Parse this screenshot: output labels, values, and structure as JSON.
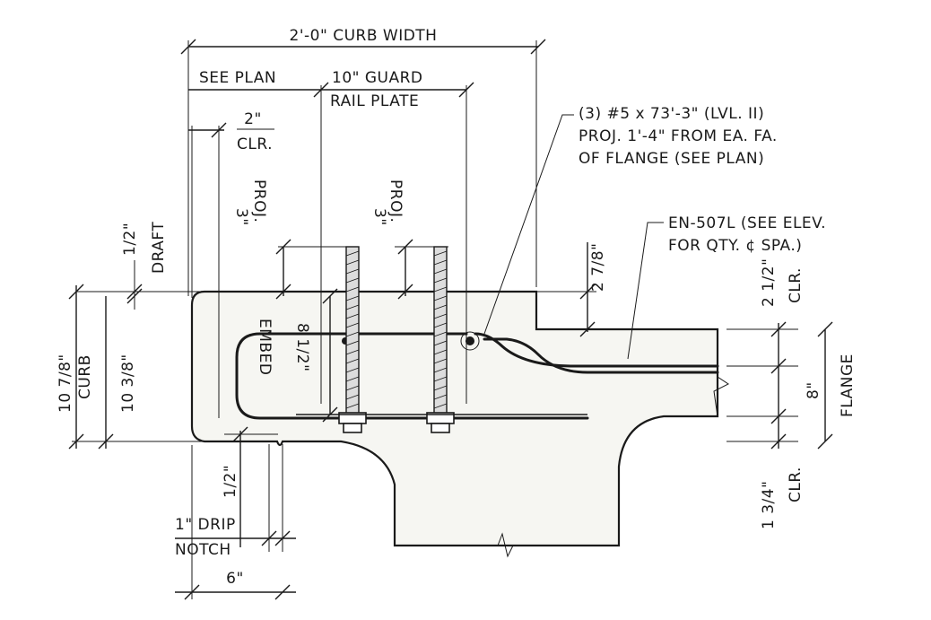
{
  "labels": {
    "curb_width": "2'-0\" CURB WIDTH",
    "see_plan": "SEE PLAN",
    "guard_top": "10\" GUARD",
    "guard_bottom": "RAIL PLATE",
    "clr_2_top": "2\"",
    "clr_2_bottom": "CLR.",
    "draft_top": "1/2\"",
    "draft_bottom": "DRAFT",
    "proj_left_top": "3\"",
    "proj_left_bottom": "PROJ.",
    "proj_right_top": "3\"",
    "proj_right_bottom": "PROJ.",
    "dim_2_7_8": "2 7/8\"",
    "rebar_note_1": "(3) #5 x 73'-3\" (LVL. II)",
    "rebar_note_2": "PROJ. 1'-4\" FROM EA. FA.",
    "rebar_note_3": "OF FLANGE (SEE PLAN)",
    "en_note_1": "EN-507L (SEE ELEV.",
    "en_note_2": "FOR QTY. ¢ SPA.)",
    "curb_top": "10 7/8\"",
    "curb_bottom": "CURB",
    "dim_10_3_8": "10 3/8\"",
    "embed_top": "8 1/2\"",
    "embed_bottom": "EMBED",
    "clr_2_1_2_top": "2 1/2\"",
    "clr_2_1_2_bottom": "CLR.",
    "flange_top": "8\"",
    "flange_bottom": "FLANGE",
    "half_inch": "1/2\"",
    "clr_1_3_4_top": "1 3/4\"",
    "clr_1_3_4_bottom": "CLR.",
    "drip_top": "1\" DRIP",
    "drip_bottom": "NOTCH",
    "six_inch": "6\""
  }
}
